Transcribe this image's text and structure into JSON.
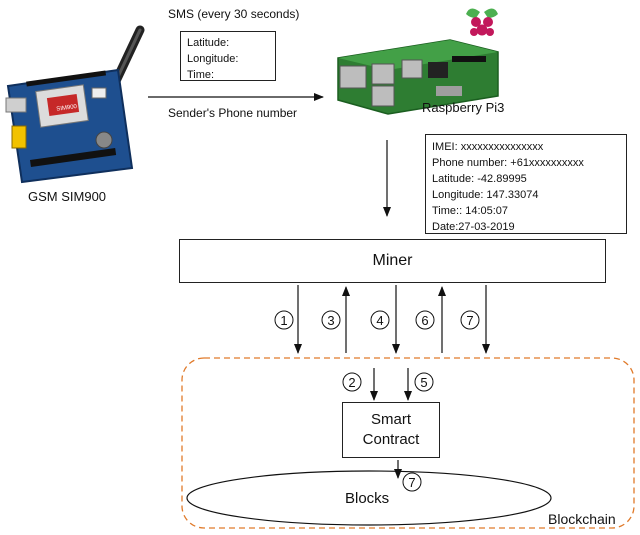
{
  "gsm": {
    "label": "GSM SIM900",
    "chip_text": "SIM900"
  },
  "raspberry": {
    "label": "Raspberry Pi3"
  },
  "sms_box": {
    "title": "SMS (every 30 seconds)",
    "lines": [
      "Latitude:",
      "Longitude:",
      "Time:"
    ]
  },
  "sender_label": "Sender's Phone number",
  "info_box": {
    "lines": [
      "IMEI: xxxxxxxxxxxxxxx",
      "Phone number: +61xxxxxxxxxx",
      "Latitude: -42.89995",
      "Longitude: 147.33074",
      "Time:: 14:05:07",
      "Date:27-03-2019"
    ]
  },
  "miner": {
    "label": "Miner"
  },
  "smart_contract": {
    "line1": "Smart",
    "line2": "Contract"
  },
  "blocks": {
    "label": "Blocks"
  },
  "blockchain": {
    "label": "Blockchain",
    "border_color": "#e07a2a"
  },
  "steps": [
    "1",
    "3",
    "4",
    "6",
    "7",
    "2",
    "5",
    "7"
  ]
}
